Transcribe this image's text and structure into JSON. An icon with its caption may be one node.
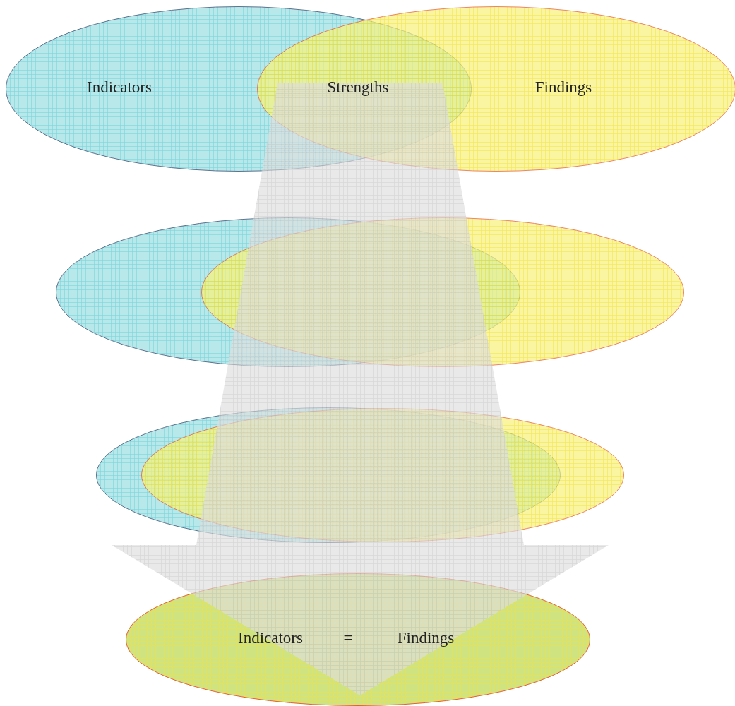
{
  "diagram": {
    "nodes": [
      {
        "text": [
          "Indicators"
        ]
      },
      {
        "text": [
          "Findings"
        ]
      },
      {
        "text": [],
        "shape": "ellipse"
      },
      {
        "text": [],
        "shape": "ellipse"
      },
      {
        "text": [],
        "shape": "ellipse"
      },
      {
        "text": [],
        "shape": "ellipse"
      },
      {
        "text": [
          "Indicators",
          "=",
          "Findings"
        ]
      }
    ],
    "edges": [
      {
        "from": 0,
        "to": 6,
        "arrow": "to",
        "style": "thick"
      }
    ],
    "labels": [
      "Strengths"
    ]
  }
}
